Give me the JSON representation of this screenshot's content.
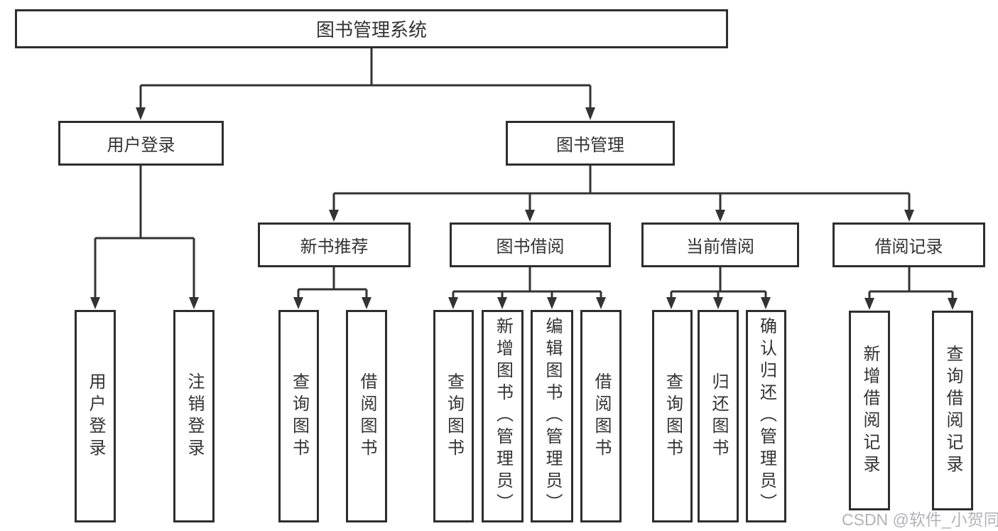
{
  "diagram": {
    "title": "图书管理系统",
    "colors": {
      "line": "#333333",
      "box_border": "#2e2e2e",
      "text": "#333333",
      "watermark_text": "#b2b2b9",
      "background": "#ffffff"
    },
    "nodes": {
      "root": {
        "label": "图书管理系统"
      },
      "user_login": {
        "label": "用户登录"
      },
      "book_mgmt": {
        "label": "图书管理"
      },
      "new_book_rec": {
        "label": "新书推荐"
      },
      "book_borrow": {
        "label": "图书借阅"
      },
      "current_borrow": {
        "label": "当前借阅"
      },
      "borrow_records": {
        "label": "借阅记录"
      },
      "leaf_user_login": {
        "label": "用户登录"
      },
      "leaf_logout": {
        "label": "注销登录"
      },
      "leaf_query_book_1": {
        "label": "查询图书"
      },
      "leaf_borrow_book_1": {
        "label": "借阅图书"
      },
      "leaf_query_book_2": {
        "label": "查询图书"
      },
      "leaf_add_book": {
        "label": "新增图书（管理员）"
      },
      "leaf_edit_book": {
        "label": "编辑图书（管理员）"
      },
      "leaf_borrow_book_2": {
        "label": "借阅图书"
      },
      "leaf_query_book_3": {
        "label": "查询图书"
      },
      "leaf_return_book": {
        "label": "归还图书"
      },
      "leaf_confirm_return": {
        "label": "确认归还（管理员）"
      },
      "leaf_add_borrow_record": {
        "label": "新增借阅记录"
      },
      "leaf_query_borrow_record": {
        "label": "查询借阅记录"
      }
    },
    "hierarchy": {
      "图书管理系统": {
        "用户登录": [
          "用户登录",
          "注销登录"
        ],
        "图书管理": {
          "新书推荐": [
            "查询图书",
            "借阅图书"
          ],
          "图书借阅": [
            "查询图书",
            "新增图书（管理员）",
            "编辑图书（管理员）",
            "借阅图书"
          ],
          "当前借阅": [
            "查询图书",
            "归还图书",
            "确认归还（管理员）"
          ],
          "借阅记录": [
            "新增借阅记录",
            "查询借阅记录"
          ]
        }
      }
    }
  },
  "watermark": {
    "text": "CSDN @软件_小贺同学"
  }
}
